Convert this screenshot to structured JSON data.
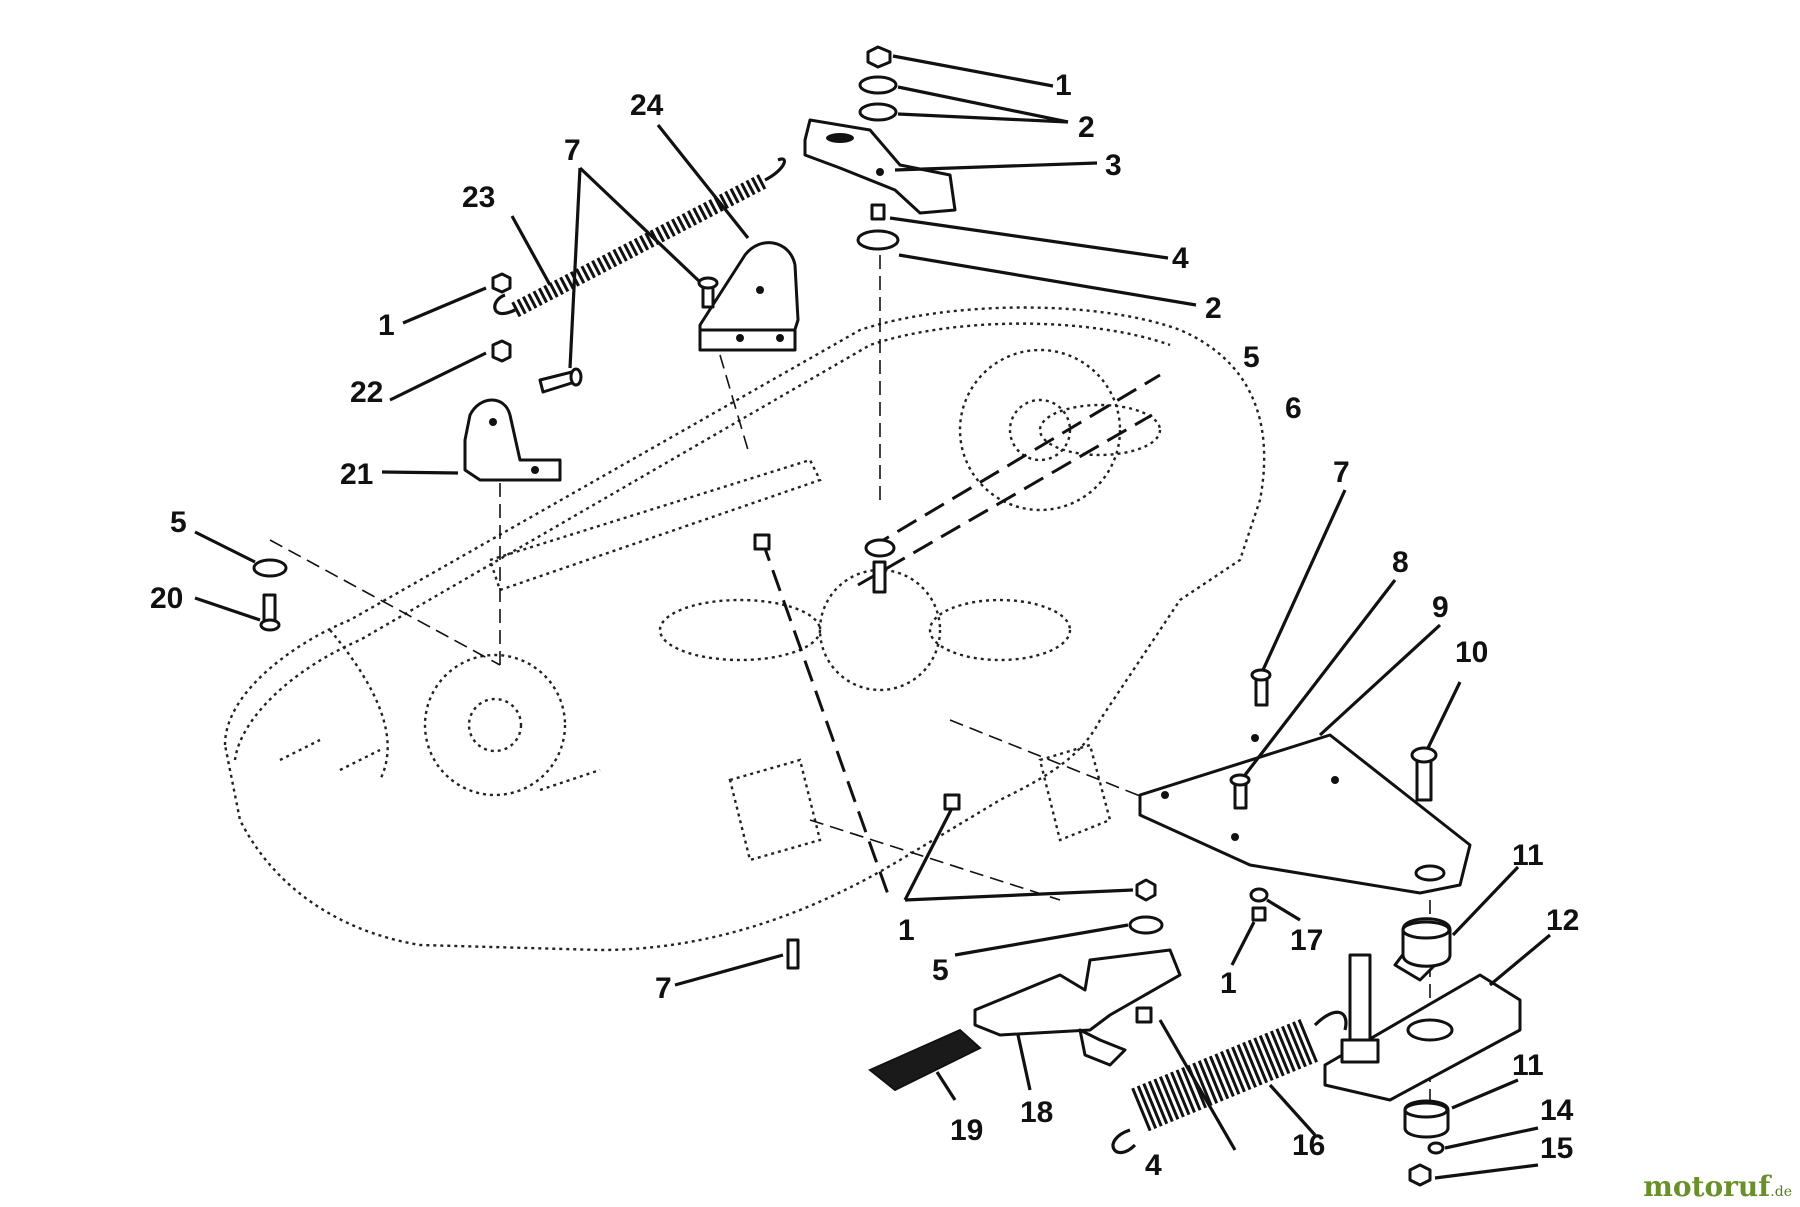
{
  "diagram": {
    "labels": [
      "1",
      "2",
      "3",
      "4",
      "2",
      "1",
      "22",
      "21",
      "23",
      "7",
      "24",
      "5",
      "6",
      "5",
      "20",
      "7",
      "8",
      "9",
      "10",
      "11",
      "12",
      "11",
      "14",
      "15",
      "17",
      "1",
      "1",
      "5",
      "7",
      "4",
      "16",
      "18",
      "19"
    ]
  },
  "watermark": {
    "text": "motoruf",
    "suffix": ".de"
  }
}
